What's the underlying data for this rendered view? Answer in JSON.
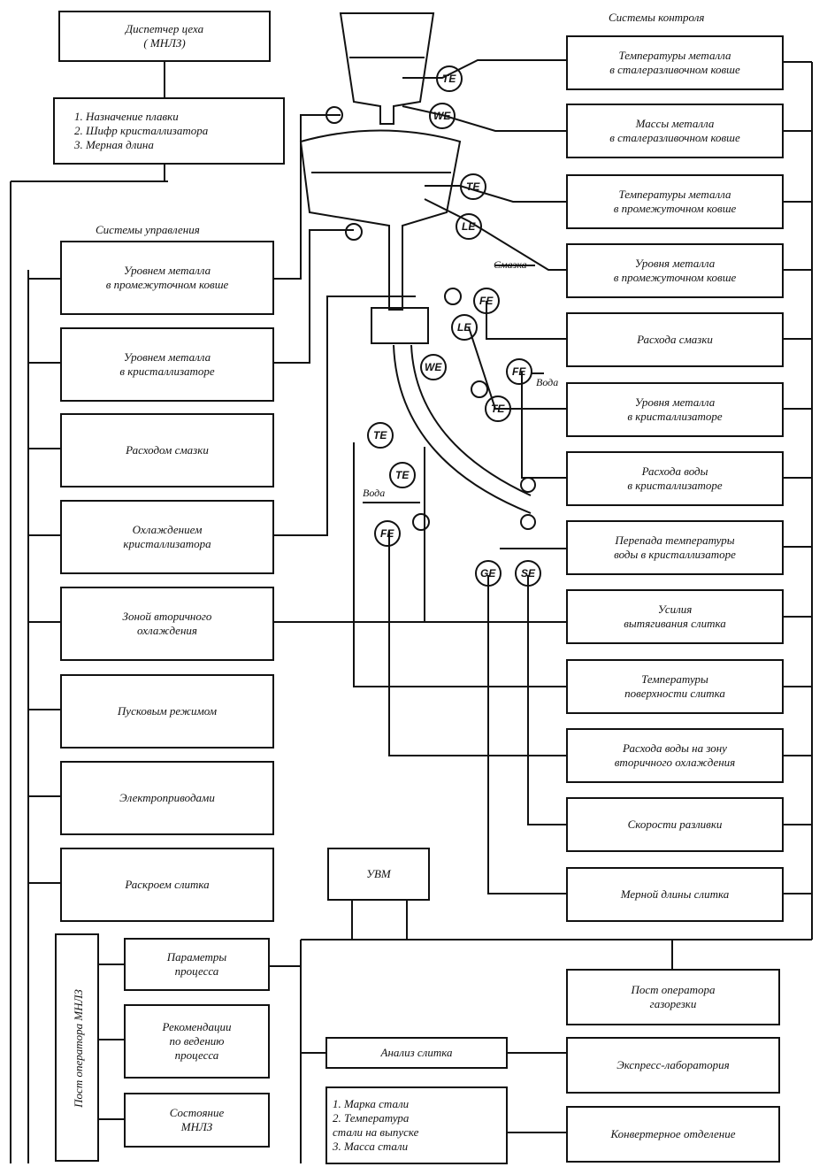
{
  "dispatcher": {
    "label": "Диспетчер цеха\n( МНЛЗ)"
  },
  "melt_info": {
    "label": "1. Назначение плавки\n2. Шифр кристаллизатора\n3. Мерная длина"
  },
  "headers": {
    "control_systems": "Системы контроля",
    "management_systems": "Системы управления"
  },
  "control_boxes": [
    "Температуры металла\nв сталеразливочном ковше",
    "Массы металла\nв сталеразливочном ковше",
    "Температуры металла\nв промежуточном ковше",
    "Уровня металла\nв промежуточном ковше",
    "Расхода смазки",
    "Уровня металла\nв кристаллизаторе",
    "Расхода воды\nв кристаллизаторе",
    "Перепада температуры\nводы в кристаллизаторе",
    "Усилия\nвытягивания слитка",
    "Температуры\nповерхности слитка",
    "Расхода воды на зону\nвторичного охлаждения",
    "Скорости разливки",
    "Мерной длины слитка"
  ],
  "management_boxes": [
    "Уровнем металла\nв промежуточном ковше",
    "Уровнем металла\nв кристаллизаторе",
    "Расходом смазки",
    "Охлаждением\nкристаллизатора",
    "Зоной вторичного\nохлаждения",
    "Пусковым режимом",
    "Электроприводами",
    "Раскроем слитка"
  ],
  "computer": "УВМ",
  "operator_panel": "Пост оператора МНЛЗ",
  "operator_boxes": [
    "Параметры\nпроцесса",
    "Рекомендации\nпо ведению\nпроцесса",
    "Состояние\nМНЛЗ"
  ],
  "gas_cutter": "Пост оператора\nгазорезки",
  "express_lab": "Экспресс-лаборатория",
  "converter": "Конвертерное отделение",
  "ingot_analysis": "Анализ слитка",
  "steel_info": "1. Марка стали\n2. Температура\n   стали на выпуске\n3. Масса стали",
  "sensors": {
    "te": "TE",
    "we": "WE",
    "le": "LE",
    "fe": "FE",
    "ge": "GE",
    "se": "SE"
  },
  "media": {
    "lubricant": "Смазка",
    "water": "Вода"
  }
}
